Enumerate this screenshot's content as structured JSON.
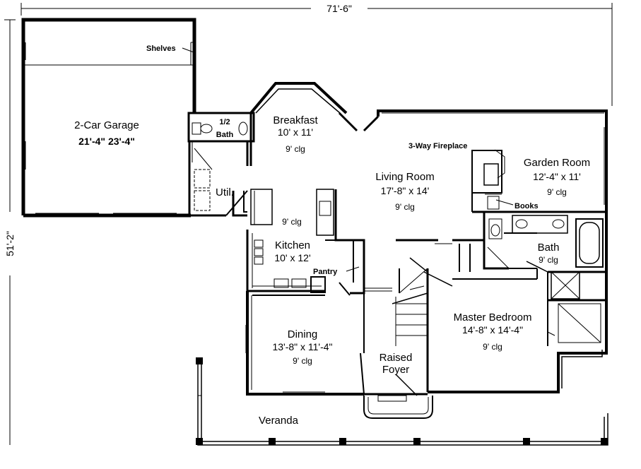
{
  "dimensions": {
    "overall_width": "71'-6\"",
    "overall_depth": "51'-2\""
  },
  "rooms": {
    "garage": {
      "name": "2-Car Garage",
      "size": "21'-4\"  23'-4\""
    },
    "half_bath": {
      "line1": "1/2",
      "line2": "Bath"
    },
    "breakfast": {
      "name": "Breakfast",
      "size": "10' x 11'",
      "ceiling": "9' clg"
    },
    "living": {
      "name": "Living Room",
      "size": "17'-8\" x 14'",
      "ceiling": "9' clg"
    },
    "garden": {
      "name": "Garden Room",
      "size": "12'-4\" x 11'",
      "ceiling": "9' clg"
    },
    "kitchen": {
      "name": "Kitchen",
      "size": "10' x 12'",
      "ceiling": "9' clg"
    },
    "bath": {
      "name": "Bath",
      "ceiling": "9' clg"
    },
    "master": {
      "name": "Master Bedroom",
      "size": "14'-8\" x 14'-4\"",
      "ceiling": "9' clg"
    },
    "dining": {
      "name": "Dining",
      "size": "13'-8\" x 11'-4\"",
      "ceiling": "9' clg"
    },
    "foyer": {
      "line1": "Raised",
      "line2": "Foyer"
    },
    "veranda": {
      "name": "Veranda"
    },
    "util": {
      "name": "Util."
    }
  },
  "notes": {
    "shelves": "Shelves",
    "fireplace": "3-Way Fireplace",
    "books": "Books",
    "pantry": "Pantry"
  }
}
